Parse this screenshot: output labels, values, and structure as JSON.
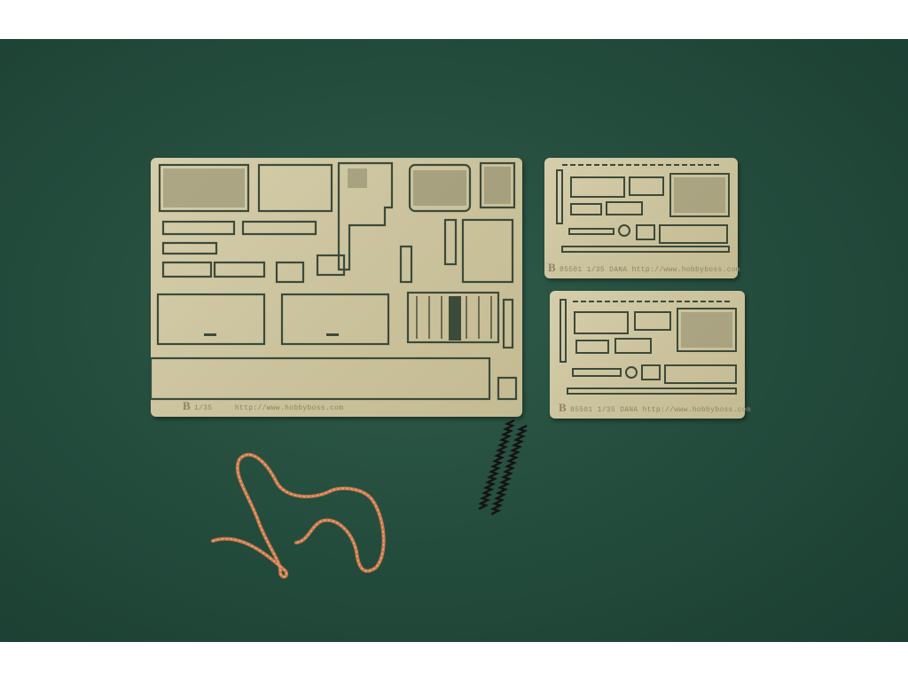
{
  "scene": {
    "background_color": "#234b3c",
    "border_color": "#ffffff"
  },
  "sheets": {
    "large": {
      "label": "1/35     http://www.hobbyboss.com",
      "brand_mark": "B"
    },
    "small_top": {
      "label": "85501 1/35 DANA  http://www.hobbyboss.com",
      "brand_mark": "B"
    },
    "small_bottom": {
      "label": "85501 1/35 DANA  http://www.hobbyboss.com",
      "brand_mark": "B"
    }
  },
  "items": {
    "wire": "copper-braided-cable",
    "springs": "coil-springs"
  }
}
